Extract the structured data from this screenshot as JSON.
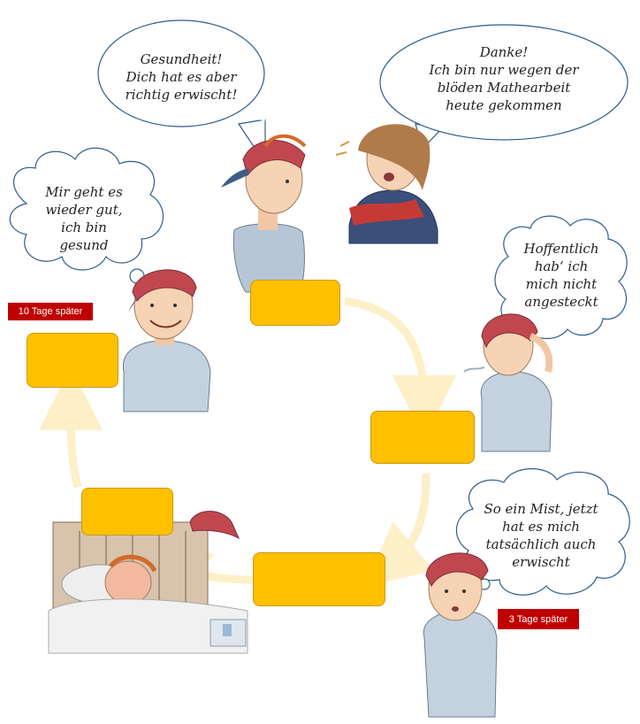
{
  "bubbles": [
    {
      "id": "gesundheit",
      "kind": "speech",
      "lines": [
        "Gesundheit!",
        "Dich hat es aber",
        "richtig erwischt!"
      ]
    },
    {
      "id": "danke",
      "kind": "speech",
      "lines": [
        "Danke!",
        "Ich bin nur wegen der",
        "blöden Mathearbeit",
        "heute gekommen"
      ]
    },
    {
      "id": "gesund",
      "kind": "thought",
      "lines": [
        "Mir geht es",
        "wieder gut,",
        "ich bin",
        "gesund"
      ]
    },
    {
      "id": "hoffentlich",
      "kind": "thought",
      "lines": [
        "Hoffentlich",
        "hab‘ ich",
        "mich nicht",
        "angesteckt"
      ]
    },
    {
      "id": "mist",
      "kind": "thought",
      "lines": [
        "So ein Mist, jetzt",
        "hat es mich",
        "tatsächlich auch",
        "erwischt"
      ]
    }
  ],
  "tags": {
    "ten_days": "10 Tage später",
    "three_days": "3 Tage später"
  },
  "colors": {
    "box_fill": "#ffc000",
    "arrow": "#fdefc7",
    "tag": "#c00000",
    "bubble_stroke": "#2e5d8c"
  }
}
